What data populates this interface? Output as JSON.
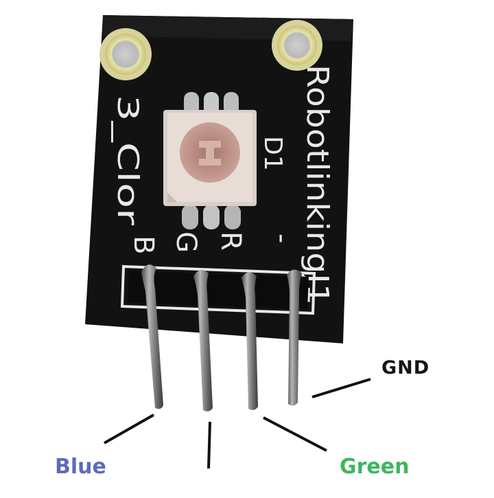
{
  "board": {
    "brand_text": "RobotlinkingJ1",
    "model_text": "3_Clor",
    "led_designator": "D1",
    "pin_labels": [
      "B",
      "G",
      "R",
      "-"
    ]
  },
  "annotations": {
    "gnd": "GND",
    "blue": "Blue",
    "green": "Green"
  },
  "colors": {
    "board": "#121212",
    "silkscreen": "#e9e9e9",
    "pin_metal": "#8c8c8c",
    "led_body": "#e7ddd6",
    "led_lens": "#b0837b",
    "blue_label": "#5c6bb8",
    "green_label": "#3fb55f",
    "gnd_label": "#141414"
  }
}
